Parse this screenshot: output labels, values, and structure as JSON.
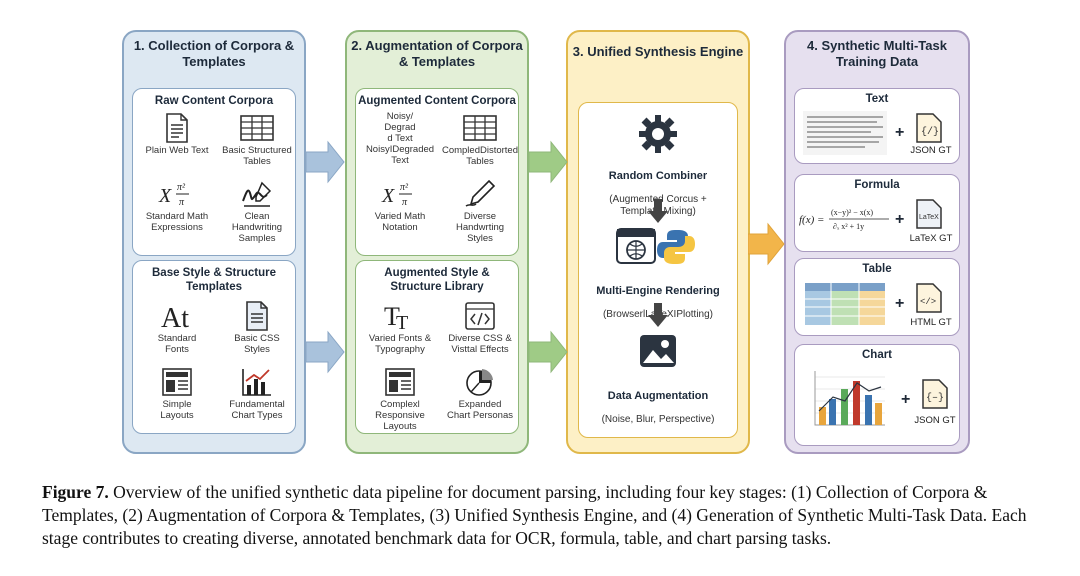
{
  "stages": {
    "s1": {
      "title": "1. Collection of Corpora &\nTemplates",
      "panel_a": {
        "title": "Raw Content Corpora",
        "items": [
          {
            "label": "Plain Web Text",
            "icon": "document-icon"
          },
          {
            "label": "Basic Structured\nTables",
            "icon": "table-icon"
          },
          {
            "label": "Standard Math\nExpressions",
            "icon": "math-icon"
          },
          {
            "label": "Clean\nHandwriting\nSamples",
            "icon": "handwriting-icon"
          }
        ]
      },
      "panel_b": {
        "title": "Base Style & Structure\nTemplates",
        "items": [
          {
            "label": "Standard\nFonts",
            "icon": "font-icon"
          },
          {
            "label": "Basic CSS\nStyles",
            "icon": "css-file-icon"
          },
          {
            "label": "Simple\nLayouts",
            "icon": "layout-icon"
          },
          {
            "label": "Fundamental\nChart Types",
            "icon": "chart-icon"
          }
        ]
      }
    },
    "s2": {
      "title": "2. Augmentation of Corpora\n& Templates",
      "panel_a": {
        "title": "Augmented Content Corpora",
        "items": [
          {
            "label": "Noisy/\nDegrad\nd Text\nNoisyIDegraded\nText",
            "icon": "none"
          },
          {
            "label": "CompledDistorted\nTables",
            "icon": "table-icon"
          },
          {
            "label": "Varied Math\nNotation",
            "icon": "math-icon"
          },
          {
            "label": "Diverse\nHandwrting\nStyles",
            "icon": "pen-icon"
          }
        ]
      },
      "panel_b": {
        "title": "Augmented Style &\nStructure Library",
        "items": [
          {
            "label": "Varied Fonts &\nTypography",
            "icon": "typography-icon"
          },
          {
            "label": "Diverse CSS &\nVisttal Effects",
            "icon": "code-icon"
          },
          {
            "label": "Complexl\nResponsive\nLayouts",
            "icon": "layout-icon"
          },
          {
            "label": "Expanded\nChart Personas",
            "icon": "pie-icon"
          }
        ]
      }
    },
    "s3": {
      "title": "3. Unified Synthesis Engine",
      "steps": [
        {
          "title": "Random Combiner",
          "sub": "(Augmented Corcus +\nTemplate Mixing)",
          "icon": "gear-icon"
        },
        {
          "title": "Multi-Engine Rendering",
          "sub": "(BrowserlLaTeXIPlotting)",
          "icon": "browser-python-icon"
        },
        {
          "title": "Data Augmentation",
          "sub": "(Noise, Blur, Perspective)",
          "icon": "image-icon"
        }
      ]
    },
    "s4": {
      "title": "4. Synthetic Multi-Task\nTraining Data",
      "outputs": [
        {
          "title": "Text",
          "gt": "JSON GT"
        },
        {
          "title": "Formula",
          "gt": "LaTeX GT"
        },
        {
          "title": "Table",
          "gt": "HTML GT"
        },
        {
          "title": "Chart",
          "gt": "JSON GT"
        }
      ],
      "formula_text": "f(x) =",
      "latex_badge": "LaTeX"
    }
  },
  "caption": {
    "label": "Figure 7.",
    "text": " Overview of the unified synthetic data pipeline for document parsing, including four key stages: (1) Collection of Corpora & Templates, (2) Augmentation of Corpora & Templates, (3) Unified Synthesis Engine, and (4) Generation of Synthetic Multi-Task Data. Each stage contributes to creating diverse, annotated benchmark data for OCR, formula, table, and chart parsing tasks."
  },
  "colors": {
    "stage1": "#dde8f2",
    "stage2": "#e3efd7",
    "stage3": "#fdf0c6",
    "stage4": "#e6e0ef",
    "arrow_blue": "#a9c2dc",
    "arrow_green": "#9fcb86",
    "arrow_orange": "#f2b54a"
  }
}
